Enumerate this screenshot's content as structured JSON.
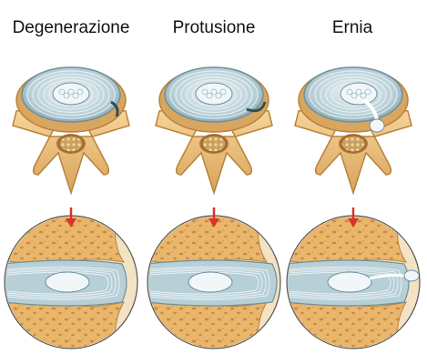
{
  "panels": [
    {
      "title": "Degenerazione",
      "stage": "degeneration"
    },
    {
      "title": "Protusione",
      "stage": "protrusion"
    },
    {
      "title": "Ernia",
      "stage": "hernia"
    }
  ],
  "colors": {
    "bone": "#e9ba72",
    "bone_dark": "#b8823c",
    "bone_light": "#f7dca6",
    "pore": "#c98a44",
    "disc": "#b7cfd7",
    "disc_dark": "#6f8f9c",
    "disc_ring": "#e8f1f4",
    "nucleus": "#f1f7f9",
    "arrow": "#d9342b",
    "outline": "#8a6a3a"
  }
}
